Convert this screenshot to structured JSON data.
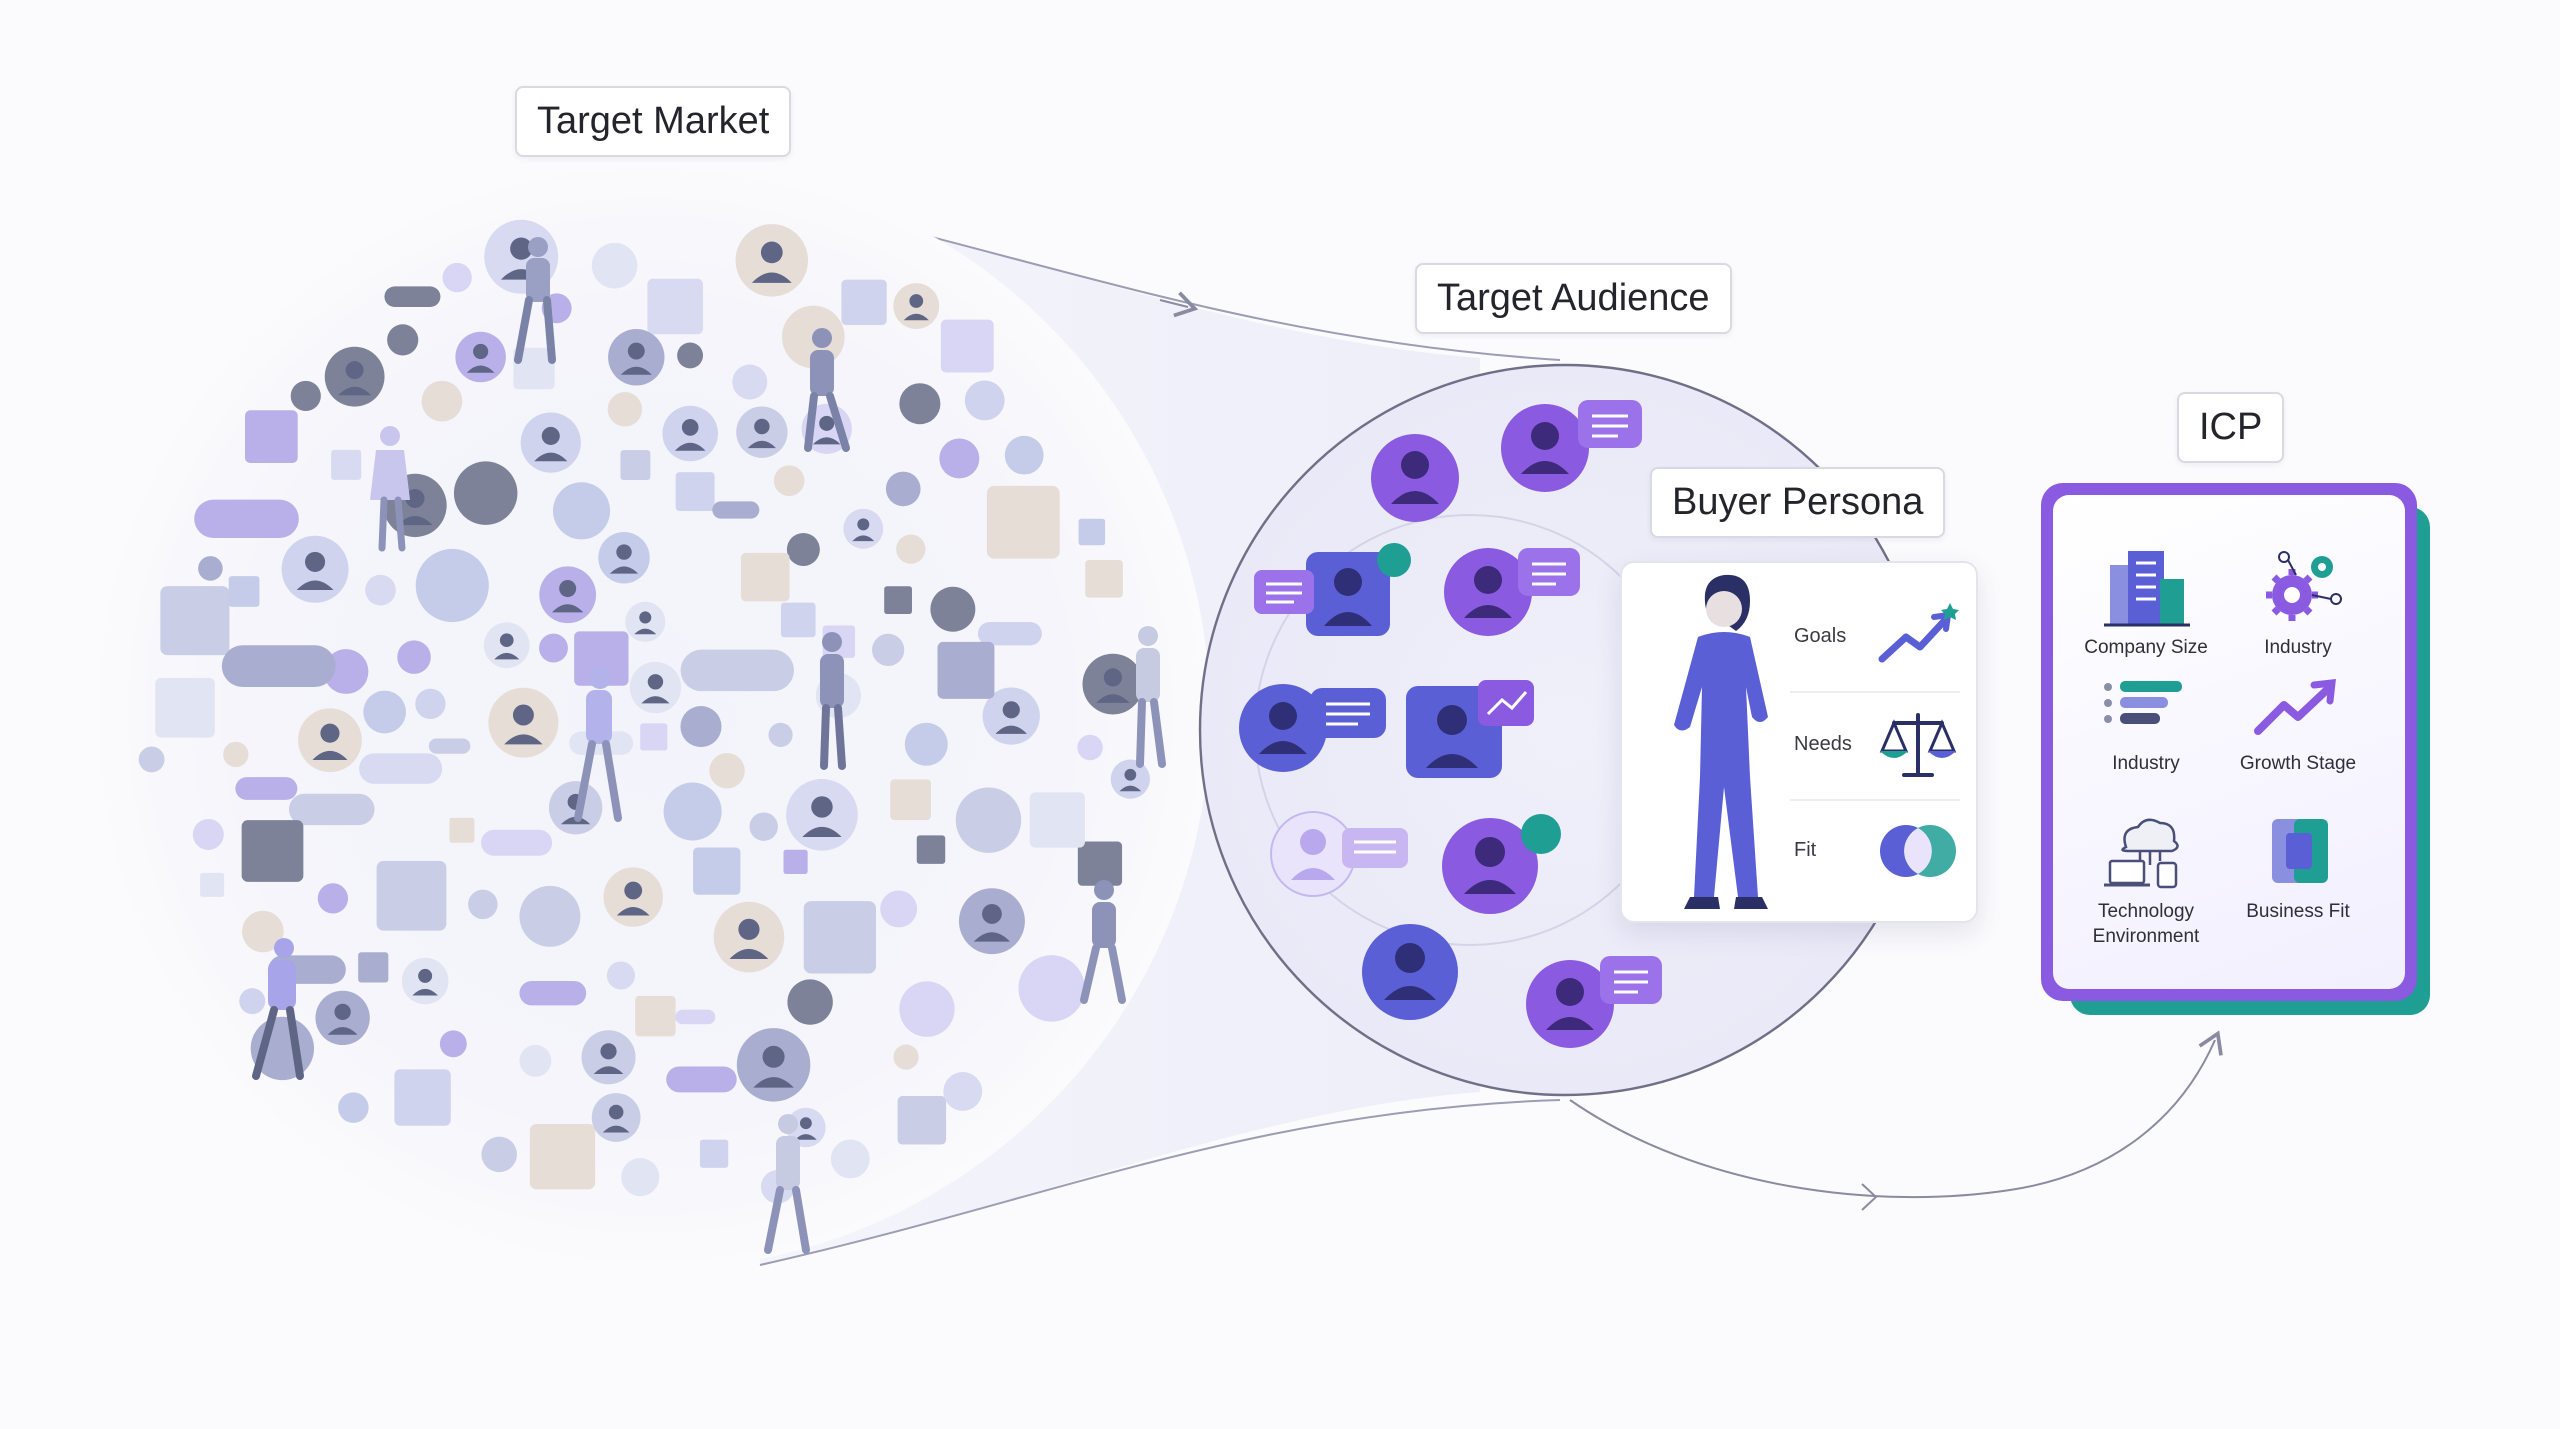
{
  "stages": {
    "target_market": "Target Market",
    "target_audience": "Target Audience",
    "buyer_persona": "Buyer Persona",
    "icp": "ICP"
  },
  "persona": {
    "rows": [
      "Goals",
      "Needs",
      "Fit"
    ]
  },
  "icp_items": [
    {
      "label": "Company Size",
      "icon": "building-icon"
    },
    {
      "label": "Industry",
      "icon": "gear-network-icon"
    },
    {
      "label": "Industry",
      "icon": "bars-list-icon"
    },
    {
      "label": "Growth Stage",
      "icon": "trend-up-icon"
    },
    {
      "label": "Technology Environment",
      "icon": "cloud-devices-icon"
    },
    {
      "label": "Business Fit",
      "icon": "overlap-squares-icon"
    }
  ],
  "colors": {
    "purple": "#8a5ae0",
    "indigo": "#5b5fd6",
    "teal": "#1f9e93",
    "lavender": "#b9b0ea",
    "slate": "#6a7390"
  }
}
